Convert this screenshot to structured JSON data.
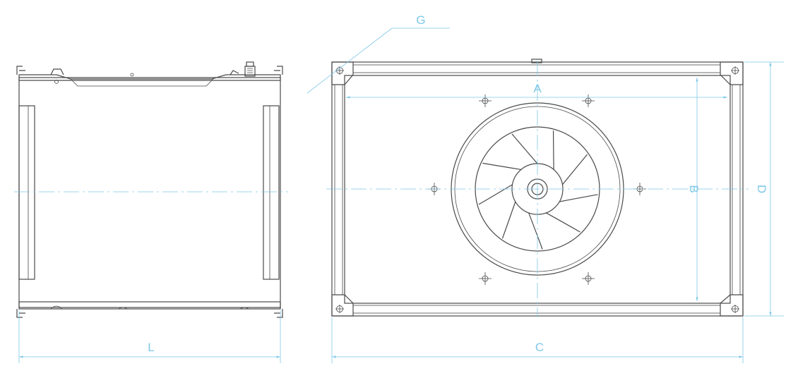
{
  "drawing": {
    "labels": {
      "length": "L",
      "width_holes": "A",
      "overall_width": "C",
      "height_holes": "B",
      "overall_height": "D",
      "corner": "G"
    }
  },
  "colors": {
    "dimension": "#7ec8e8",
    "outline": "#4a4a4a",
    "body_fill": "#eef0f2",
    "frame_fill": "#e4e7ea",
    "corner_fill": "#d8dce0"
  }
}
